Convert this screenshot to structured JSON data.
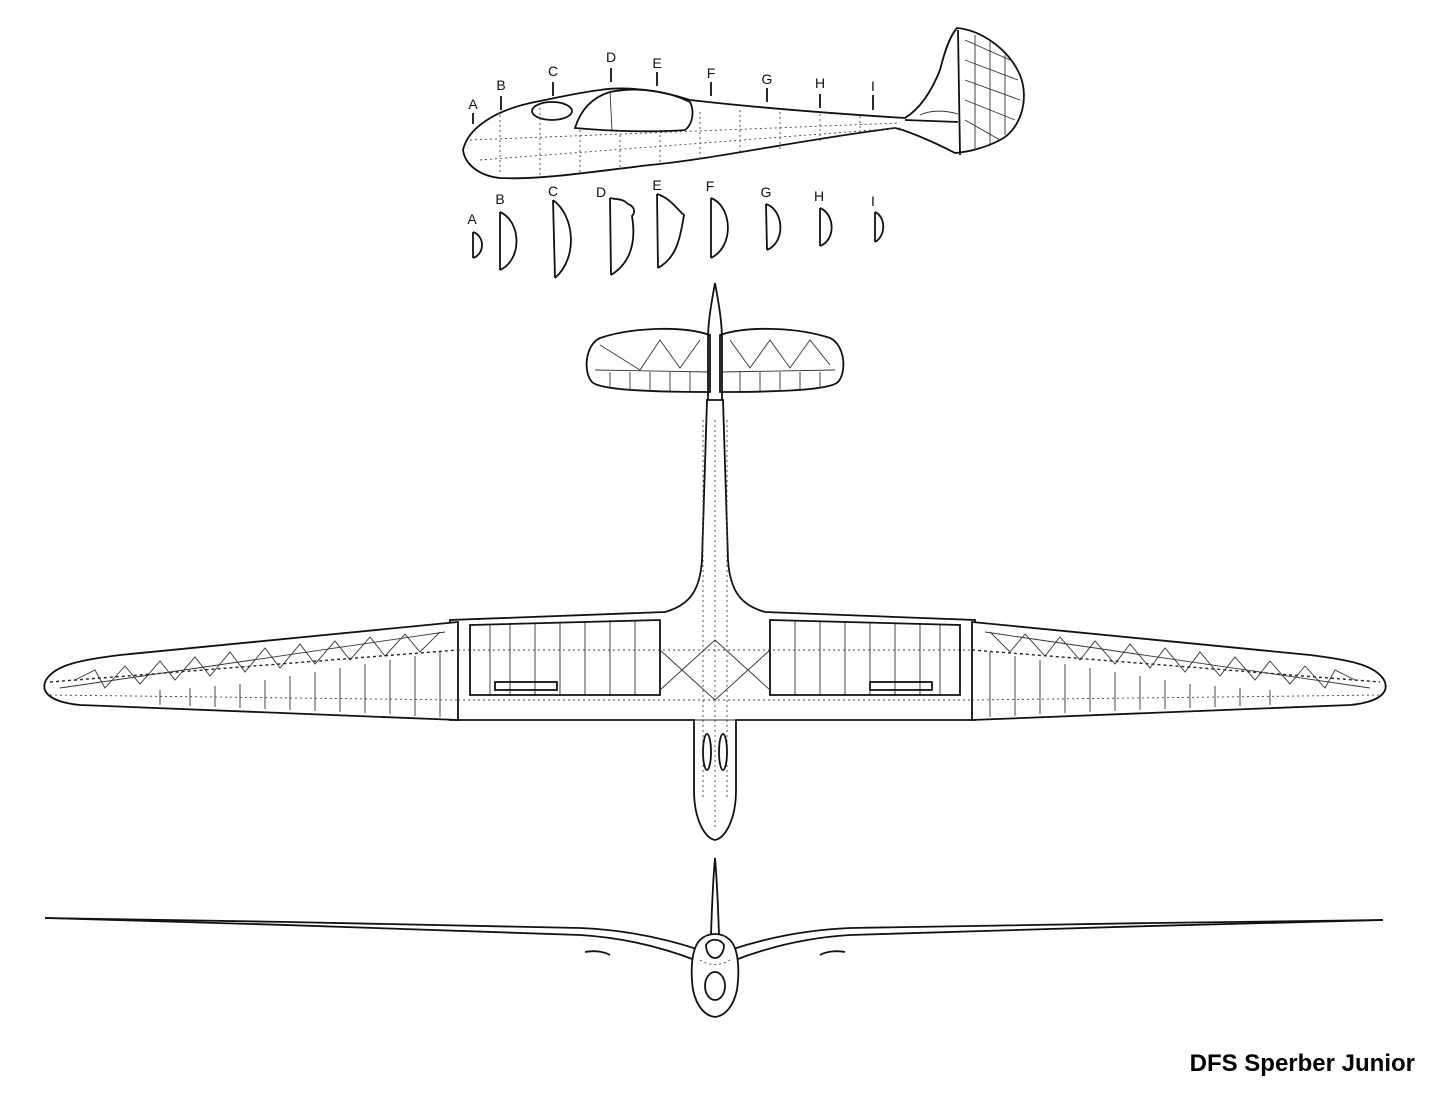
{
  "title": "DFS Sperber Junior",
  "station_labels_side": [
    "A",
    "B",
    "C",
    "D",
    "E",
    "F",
    "G",
    "H",
    "I"
  ],
  "station_labels_sections": [
    "A",
    "B",
    "C",
    "D",
    "E",
    "F",
    "G",
    "H",
    "I"
  ]
}
